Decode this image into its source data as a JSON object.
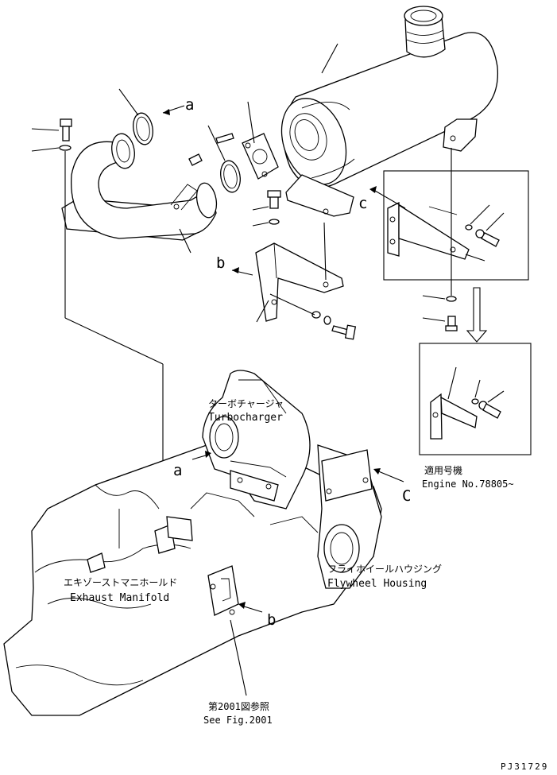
{
  "labels": {
    "turbocharger_jp": "ターボチャージャ",
    "turbocharger_en": "Turbocharger",
    "exhaust_manifold_jp": "エキゾーストマニホールド",
    "exhaust_manifold_en": "Exhaust Manifold",
    "flywheel_housing_jp": "フライホイールハウジング",
    "flywheel_housing_en": "Flywheel Housing",
    "applicable_jp": "適用号機",
    "applicable_en": "Engine No.78805~",
    "see_fig_jp": "第2001図参照",
    "see_fig_en": "See Fig.2001"
  },
  "ref_letters": {
    "a_top": "a",
    "b_top": "b",
    "c_top": "c",
    "a_engine": "a",
    "b_engine": "b",
    "c_engine": "C"
  },
  "drawing_code": "PJ31729"
}
